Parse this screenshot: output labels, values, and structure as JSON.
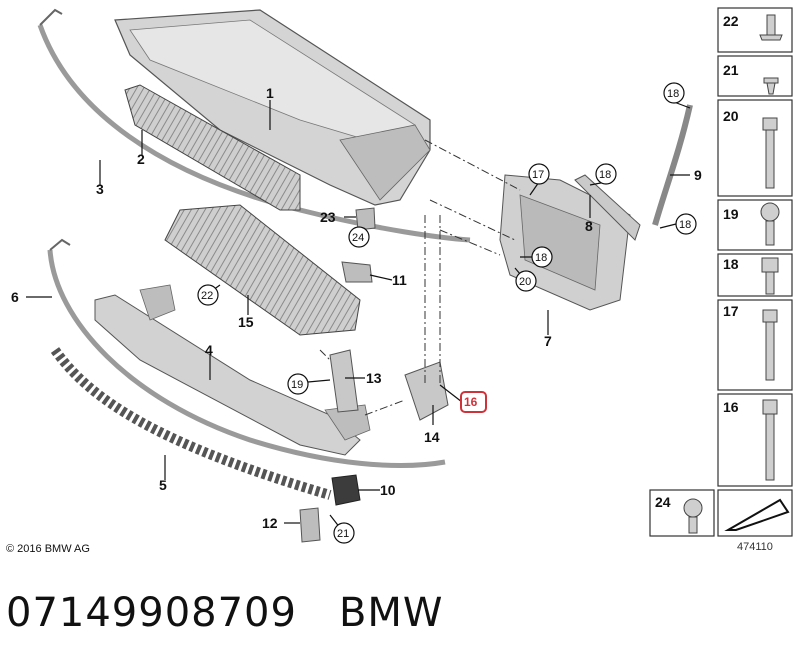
{
  "copyright": "© 2016 BMW AG",
  "diagram_ref": "474110",
  "caption": {
    "part_number": "07149908709",
    "brand": "BMW"
  },
  "highlight_color": "#d0323a",
  "parts": {
    "p1": "1",
    "p2": "2",
    "p3": "3",
    "p4": "4",
    "p5": "5",
    "p6": "6",
    "p7": "7",
    "p8": "8",
    "p9": "9",
    "p10": "10",
    "p11": "11",
    "p12": "12",
    "p13": "13",
    "p14": "14",
    "p15": "15",
    "p16": "16",
    "p17": "17",
    "p18": "18",
    "p19": "19",
    "p20": "20",
    "p21": "21",
    "p22": "22",
    "p23": "23",
    "p24": "24"
  },
  "fastener_panel": [
    "22",
    "21",
    "20",
    "19",
    "18",
    "17",
    "16",
    "24"
  ]
}
